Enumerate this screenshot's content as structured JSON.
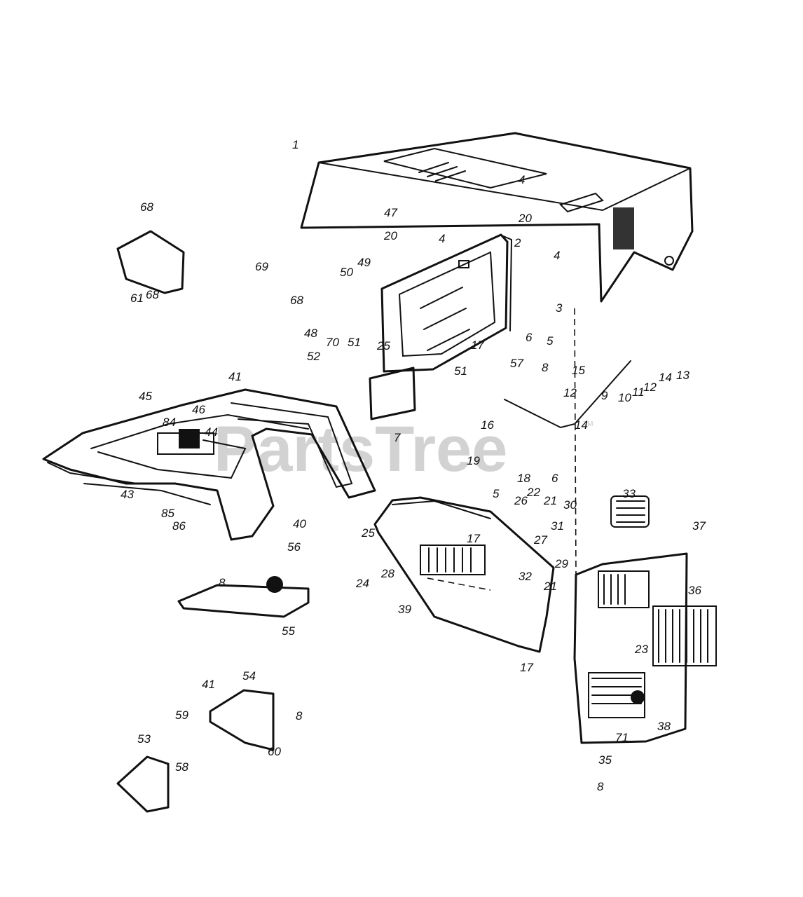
{
  "watermark": {
    "text": "PartsTree",
    "trademark": "TM"
  },
  "labels": {
    "l1": "1",
    "l2": "2",
    "l3": "3",
    "l4a": "4",
    "l4b": "4",
    "l4c": "4",
    "l5a": "5",
    "l5b": "5",
    "l6a": "6",
    "l6b": "6",
    "l7": "7",
    "l8a": "8",
    "l8b": "8",
    "l8c": "8",
    "l8d": "8",
    "l9": "9",
    "l10": "10",
    "l11": "11",
    "l12a": "12",
    "l12b": "12",
    "l13": "13",
    "l14a": "14",
    "l14b": "14",
    "l15": "15",
    "l16": "16",
    "l17a": "17",
    "l17b": "17",
    "l17c": "17",
    "l18": "18",
    "l19": "19",
    "l20a": "20",
    "l20b": "20",
    "l21a": "21",
    "l21b": "21",
    "l22": "22",
    "l23": "23",
    "l24": "24",
    "l25a": "25",
    "l25b": "25",
    "l26": "26",
    "l27": "27",
    "l28": "28",
    "l29": "29",
    "l30": "30",
    "l31": "31",
    "l32": "32",
    "l33": "33",
    "l35": "35",
    "l36": "36",
    "l37": "37",
    "l38": "38",
    "l39": "39",
    "l40": "40",
    "l41a": "41",
    "l41b": "41",
    "l43": "43",
    "l44": "44",
    "l45": "45",
    "l46": "46",
    "l47": "47",
    "l48": "48",
    "l49": "49",
    "l50": "50",
    "l51a": "51",
    "l51b": "51",
    "l52": "52",
    "l53": "53",
    "l54": "54",
    "l55": "55",
    "l56": "56",
    "l57": "57",
    "l58": "58",
    "l59": "59",
    "l60": "60",
    "l61": "61",
    "l68a": "68",
    "l68b": "68",
    "l68c": "68",
    "l69": "69",
    "l70": "70",
    "l71": "71",
    "l84": "84",
    "l85": "85",
    "l86": "86"
  }
}
